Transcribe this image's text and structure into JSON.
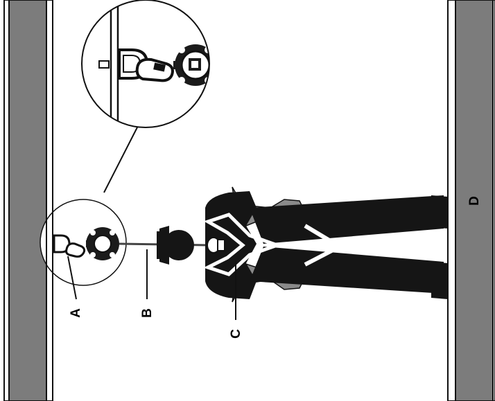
{
  "labels": {
    "a": "A",
    "b": "B",
    "c": "C",
    "d": "D"
  },
  "colors": {
    "beam_fill": "#7c7c7c",
    "outline": "#111111",
    "figure_dark": "#151515",
    "figure_gray": "#8a8a8a",
    "background": "#ffffff"
  }
}
